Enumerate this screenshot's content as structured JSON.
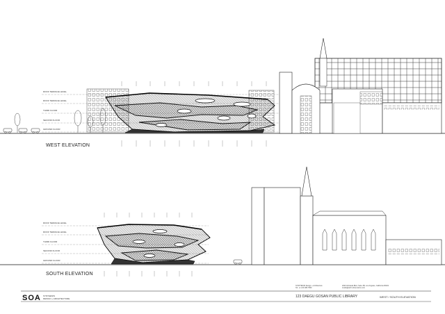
{
  "west": {
    "title": "WEST ELEVATION",
    "levels": [
      "ROOF TERRACE LEVEL",
      "ROOF TERRACE LEVEL",
      "THIRD FLOOR",
      "SECOND FLOOR",
      "GROUND FLOOR"
    ]
  },
  "south": {
    "title": "SOUTH ELEVATION",
    "levels": [
      "ROOF TERRACE LEVEL",
      "ROOF TERRACE LEVEL",
      "THIRD FLOOR",
      "SECOND FLOOR",
      "GROUND FLOOR"
    ]
  },
  "footer": {
    "logo": "SOA",
    "logo_sub_1": "SYNTHESIS",
    "logo_sub_2": "DESIGN + ARCHITECTURE",
    "firm_1": "SYNTHESIS Design + Architecture",
    "firm_2": "Tel: +1 213 489 7560",
    "addr_1": "2020 Arboleda Blvd, Suite 3B, Los Angeles, California 90021",
    "addr_2": "studio@arch-dimensions.com",
    "project": "123 DAEGU GOSAN PUBLIC LIBRARY",
    "sheet": "WEST / SOUTH ELEVATION"
  },
  "colors": {
    "ink": "#111111",
    "line": "#555555",
    "light": "#999999",
    "paper": "#ffffff"
  }
}
